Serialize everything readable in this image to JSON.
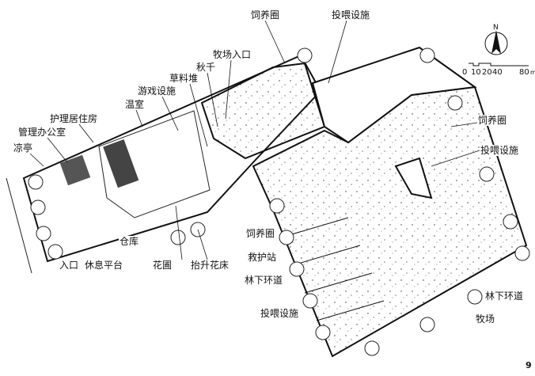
{
  "labels": {
    "feeding_pen_top": "饲养圈",
    "feeding_facility_top": "投喂设施",
    "pasture_entrance": "牧场入口",
    "swing": "秋千",
    "hay_pile": "草料堆",
    "play_facility": "游戏设施",
    "greenhouse": "温室",
    "care_housing": "护理居住房",
    "admin_office": "管理办公室",
    "pavilion": "凉亭",
    "feeding_pen_right": "饲养圈",
    "feeding_facility_right": "投喂设施",
    "feeding_pen_mid": "饲养圈",
    "rescue_station": "救护站",
    "forest_loop_mid": "林下环道",
    "feeding_facility_bottom": "投喂设施",
    "forest_loop_right": "林下环道",
    "pasture": "牧场",
    "entrance": "入口",
    "rest_platform": "休息平台",
    "warehouse": "仓库",
    "flower_nursery": "花圃",
    "raised_flower_bed": "抬升花床"
  },
  "compass": {
    "north": "N"
  },
  "scale_bar": {
    "ticks": [
      "0",
      "10",
      "20",
      "40",
      "80"
    ],
    "unit": "m"
  },
  "page_number": "9"
}
